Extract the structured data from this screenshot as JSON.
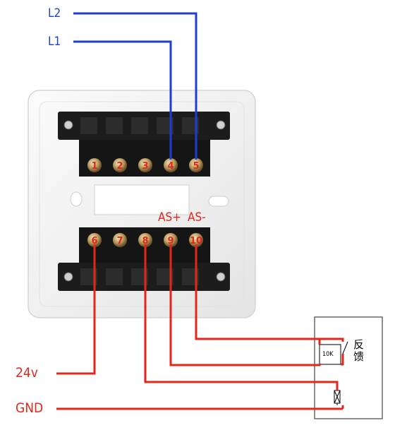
{
  "labels": {
    "l2": "L2",
    "l1": "L1",
    "as_plus": "AS+",
    "as_minus": "AS-",
    "v24": "24v",
    "gnd": "GND",
    "feedback_line1": "反",
    "feedback_line2": "馈",
    "resistor": "10K"
  },
  "terminals_top": [
    "1",
    "2",
    "3",
    "4",
    "5"
  ],
  "terminals_bottom": [
    "6",
    "7",
    "8",
    "9",
    "10"
  ],
  "colors": {
    "blue_wire": "#1c3fd0",
    "red_wire": "#e2261c",
    "terminal_block": "#1c1c1c",
    "housing": "#f2f2f2"
  }
}
